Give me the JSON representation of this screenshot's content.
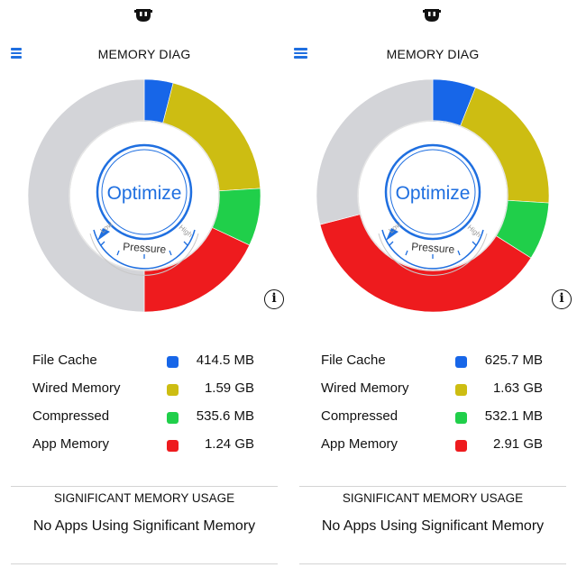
{
  "panels": [
    {
      "header": {
        "title": "MEMORY DIAG"
      },
      "gauge": {
        "button_label": "Optimize",
        "pressure_label": "Pressure",
        "low_label": "Low",
        "high_label": "High"
      },
      "legend": [
        {
          "label": "File Cache",
          "value": "414.5 MB",
          "color": "#1766e8"
        },
        {
          "label": "Wired Memory",
          "value": "1.59 GB",
          "color": "#cdbd12"
        },
        {
          "label": "Compressed",
          "value": "535.6 MB",
          "color": "#20cf4a"
        },
        {
          "label": "App Memory",
          "value": "1.24 GB",
          "color": "#ee1b1e"
        }
      ],
      "segments": [
        {
          "name": "file-cache",
          "color": "#1766e8",
          "value": 0.04
        },
        {
          "name": "wired-memory",
          "color": "#cdbd12",
          "value": 0.2
        },
        {
          "name": "compressed",
          "color": "#20cf4a",
          "value": 0.08
        },
        {
          "name": "app-memory",
          "color": "#ee1b1e",
          "value": 0.18
        },
        {
          "name": "free-memory",
          "color": "#d3d4d8",
          "value": 0.5
        }
      ],
      "significant": {
        "title": "SIGNIFICANT MEMORY USAGE",
        "message": "No Apps Using Significant Memory"
      }
    },
    {
      "header": {
        "title": "MEMORY DIAG"
      },
      "gauge": {
        "button_label": "Optimize",
        "pressure_label": "Pressure",
        "low_label": "Low",
        "high_label": "High"
      },
      "legend": [
        {
          "label": "File Cache",
          "value": "625.7 MB",
          "color": "#1766e8"
        },
        {
          "label": "Wired Memory",
          "value": "1.63 GB",
          "color": "#cdbd12"
        },
        {
          "label": "Compressed",
          "value": "532.1 MB",
          "color": "#20cf4a"
        },
        {
          "label": "App Memory",
          "value": "2.91 GB",
          "color": "#ee1b1e"
        }
      ],
      "segments": [
        {
          "name": "file-cache",
          "color": "#1766e8",
          "value": 0.06
        },
        {
          "name": "wired-memory",
          "color": "#cdbd12",
          "value": 0.2
        },
        {
          "name": "compressed",
          "color": "#20cf4a",
          "value": 0.08
        },
        {
          "name": "app-memory",
          "color": "#ee1b1e",
          "value": 0.37
        },
        {
          "name": "free-memory",
          "color": "#d3d4d8",
          "value": 0.29
        }
      ],
      "significant": {
        "title": "SIGNIFICANT MEMORY USAGE",
        "message": "No Apps Using Significant Memory"
      }
    }
  ],
  "icons": {
    "status": "mask-logo-icon",
    "menu": "hamburger-menu-icon",
    "info": "info-icon"
  },
  "colors": {
    "accent": "#1f6fe0"
  }
}
